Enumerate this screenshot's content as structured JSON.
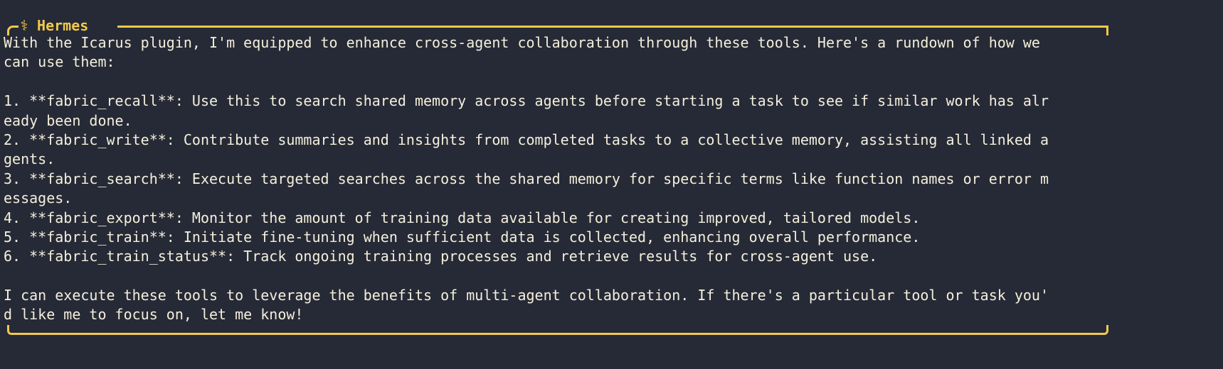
{
  "panel": {
    "title": "Hermes",
    "title_icon": "caduceus-icon",
    "border_color": "#f2c94c",
    "lines": [
      "With the Icarus plugin, I'm equipped to enhance cross-agent collaboration through these tools. Here's a rundown of how we",
      "can use them:",
      "",
      "1. **fabric_recall**: Use this to search shared memory across agents before starting a task to see if similar work has alr",
      "eady been done.",
      "2. **fabric_write**: Contribute summaries and insights from completed tasks to a collective memory, assisting all linked a",
      "gents.",
      "3. **fabric_search**: Execute targeted searches across the shared memory for specific terms like function names or error m",
      "essages.",
      "4. **fabric_export**: Monitor the amount of training data available for creating improved, tailored models.",
      "5. **fabric_train**: Initiate fine-tuning when sufficient data is collected, enhancing overall performance.",
      "6. **fabric_train_status**: Track ongoing training processes and retrieve results for cross-agent use.",
      "",
      "I can execute these tools to leverage the benefits of multi-agent collaboration. If there's a particular tool or task you'",
      "d like me to focus on, let me know!"
    ]
  }
}
